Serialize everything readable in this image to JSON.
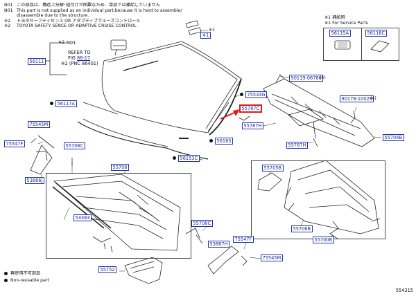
{
  "notes": [
    {
      "code": "N01",
      "text": "この部品は、構造上分解･組付けが困難なため、単品では補給していません"
    },
    {
      "code": "N01",
      "text": "This part is not supplied as an individual part,because it is hard to assemble/"
    },
    {
      "code": "",
      "text": "disassemble due to the structure."
    },
    {
      "code": "※2",
      "text": "トヨタセーフティセンス OR アダプティブクルーズコントロール"
    },
    {
      "code": "※2",
      "text": "TOYOTA SAFETY SENCE OR ADAPTIVE CRUISE CONTROL"
    }
  ],
  "service": {
    "mark_jp": "※1 補給用",
    "mark_en": "※1 For Service Parts",
    "parts": [
      "56115A",
      "56116C"
    ]
  },
  "labels": {
    "n01": "N01",
    "refer_line1": "REFER TO",
    "refer_fig": "FIG",
    "refer_fig_num": "86-17",
    "refer_pnc": "(PNC 86401)",
    "mark2": "※2",
    "mark1_a": "※1",
    "mark1_b": "※1",
    "qty4_a": "(4)",
    "qty4_b": "(4)"
  },
  "parts": {
    "p56111": "56111",
    "p56117A": "56117A",
    "p75533G": "75533G",
    "p55787C": "55787C",
    "p55787H_a": "55787H",
    "p55787H_b": "55787H",
    "p55704B": "55704B",
    "p90119": "90119-06786",
    "p90178": "90178-10029",
    "p75545M_a": "75545M",
    "p75547F_a": "75547F",
    "p55708C_a": "55708C",
    "p56165": "56165",
    "p56153C": "56153C",
    "p55708": "55708",
    "p53866J": "53866J",
    "p53383": "53383",
    "p55708C_b": "55708C",
    "p53867H": "53867H",
    "p75547F_b": "75547F",
    "p75545M_b": "75545M",
    "p55752": "55752",
    "p55705B": "55705B",
    "p55706B": "55706B",
    "p55700B": "55700B"
  },
  "legend": [
    {
      "text": "再使用不可部品"
    },
    {
      "text": "Non-reusable part"
    }
  ],
  "diagram_id": "554315",
  "colors": {
    "part_border": "#2233aa",
    "highlight": "#e01919",
    "ink": "#111111"
  }
}
